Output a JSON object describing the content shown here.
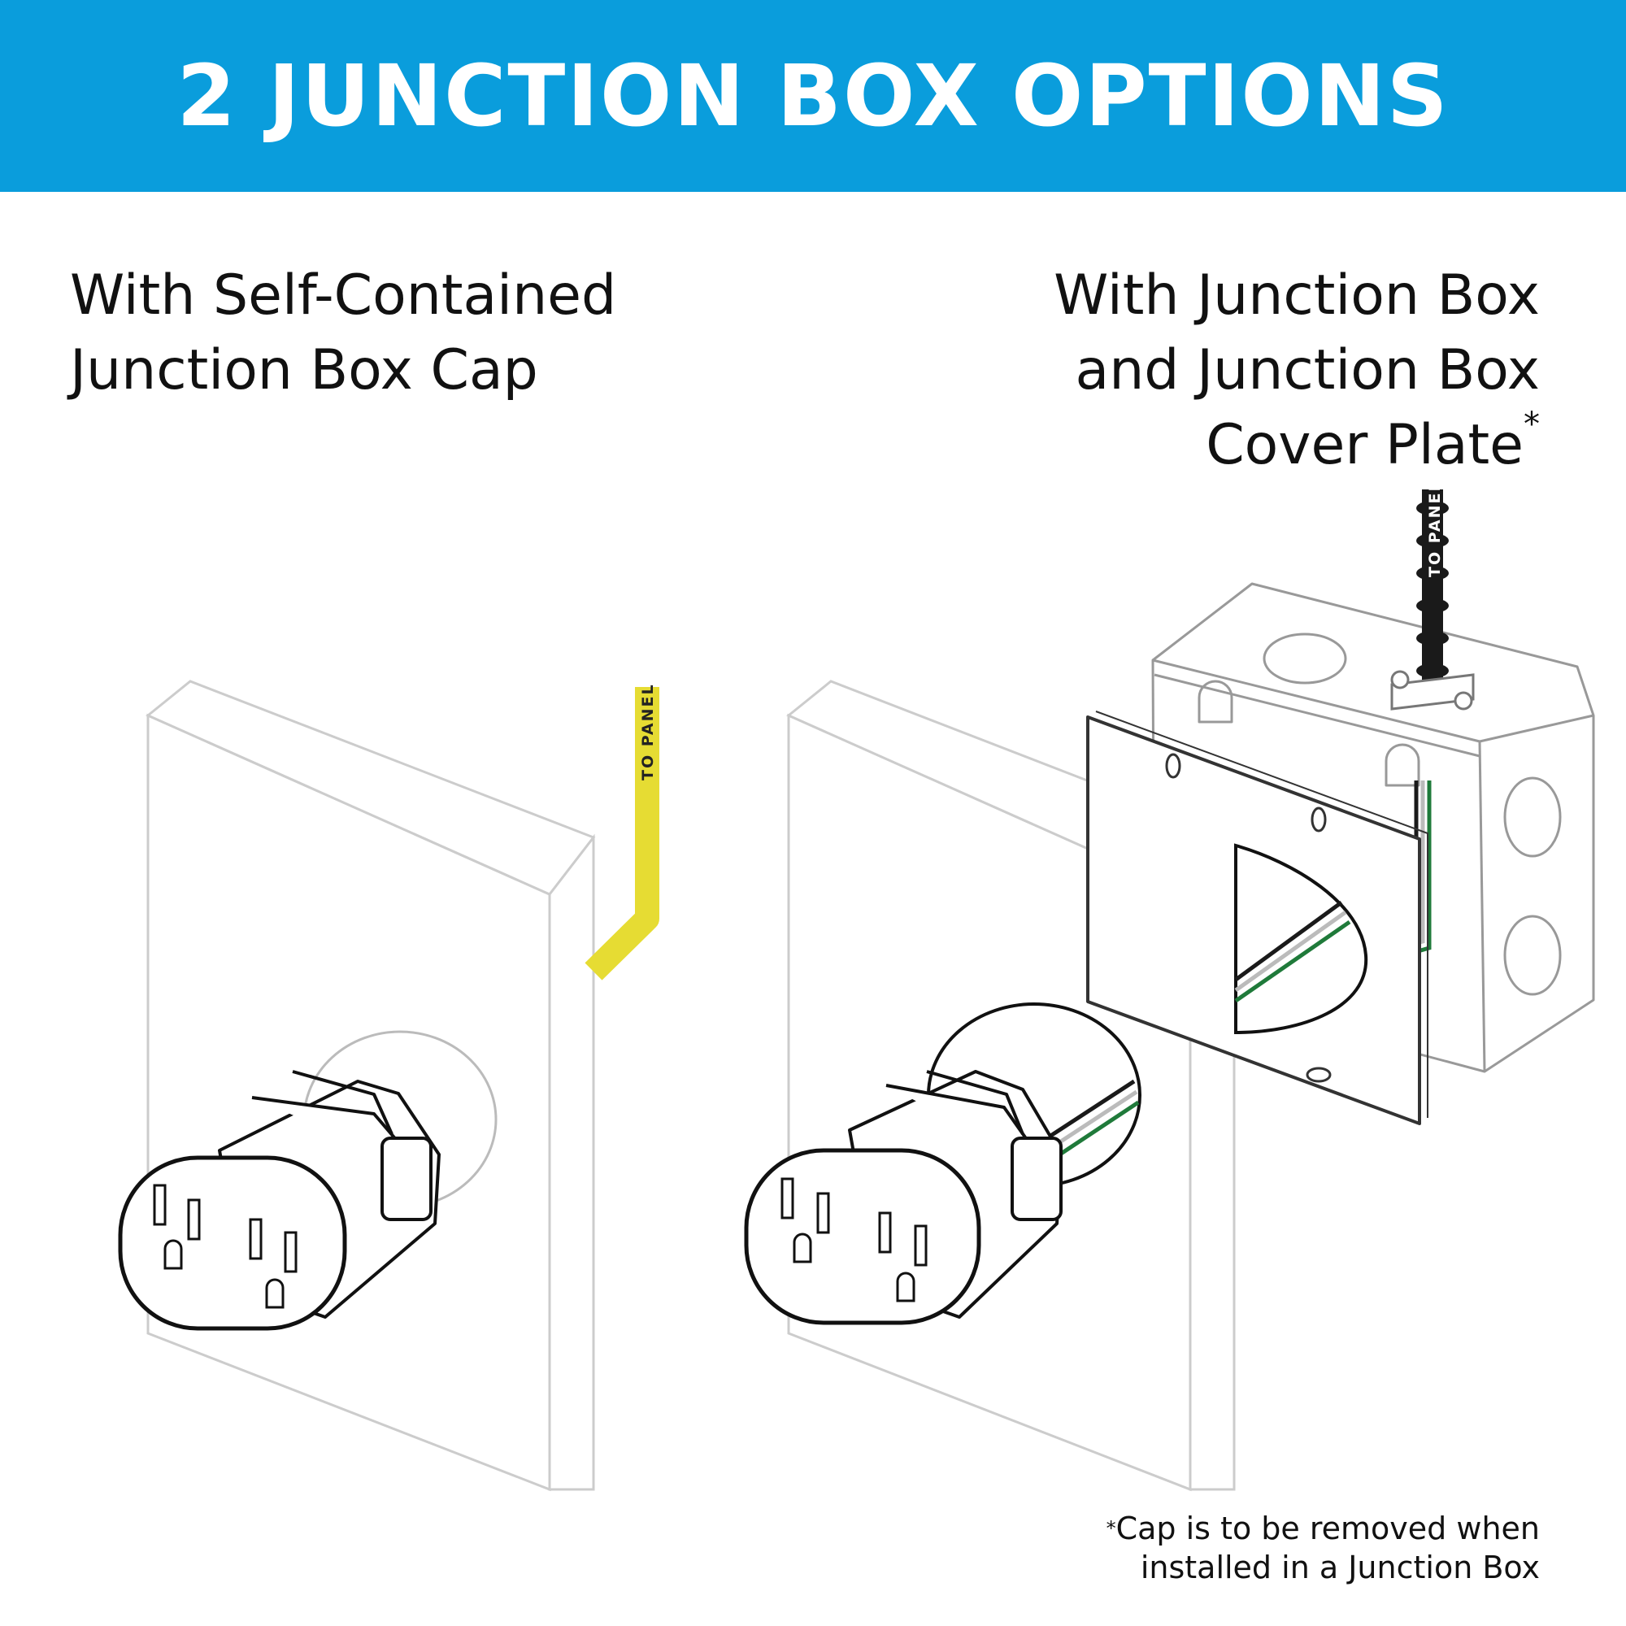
{
  "banner": {
    "title": "2 JUNCTION BOX OPTIONS"
  },
  "left_option": {
    "heading_lines": [
      "With Self-Contained",
      "Junction Box Cap"
    ],
    "cable_label": "TO PANEL"
  },
  "right_option": {
    "heading_lines": [
      "With Junction Box",
      "and Junction Box",
      "Cover Plate"
    ],
    "heading_asterisk": "*",
    "cable_label": "TO PANEL"
  },
  "footnote": {
    "asterisk": "*",
    "lines": [
      "Cap is to be removed when",
      "installed in a Junction Box"
    ]
  },
  "colors": {
    "banner": "#0a9ddc",
    "yellow_cable": "#e6dc33",
    "black_cable": "#1a1a1a",
    "green_wire": "#1f7a3a",
    "wall_outline": "#cccccc"
  }
}
